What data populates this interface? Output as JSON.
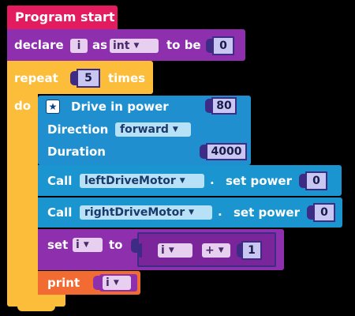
{
  "program": {
    "start_label": "Program start",
    "declare": {
      "keyword": "declare",
      "var_name": "i",
      "as_label": "as",
      "type_value": "int",
      "to_be_label": "to be",
      "initial_value": "0"
    },
    "repeat": {
      "keyword": "repeat",
      "count": "5",
      "times_label": "times",
      "do_label": "do"
    },
    "drive": {
      "title": "Drive in power",
      "power": "80",
      "direction_label": "Direction",
      "direction_value": "forward",
      "duration_label": "Duration",
      "duration_value": "4000"
    },
    "call_left": {
      "keyword": "Call",
      "motor": "leftDriveMotor",
      "dot": ".",
      "method": "set power",
      "value": "0"
    },
    "call_right": {
      "keyword": "Call",
      "motor": "rightDriveMotor",
      "dot": ".",
      "method": "set power",
      "value": "0"
    },
    "set": {
      "keyword": "set",
      "var_name": "i",
      "to_label": "to",
      "expr_var": "i",
      "operator": "+",
      "operand": "1"
    },
    "print": {
      "keyword": "print",
      "var_name": "i"
    }
  },
  "colors": {
    "start": "#e31c5f",
    "declare": "#8e2fae",
    "repeat": "#fbbd3a",
    "drive": "#1f8fcf",
    "call": "#1a95cf",
    "set": "#8e2fae",
    "print": "#f26b32",
    "slot_border": "#3d2b85"
  }
}
